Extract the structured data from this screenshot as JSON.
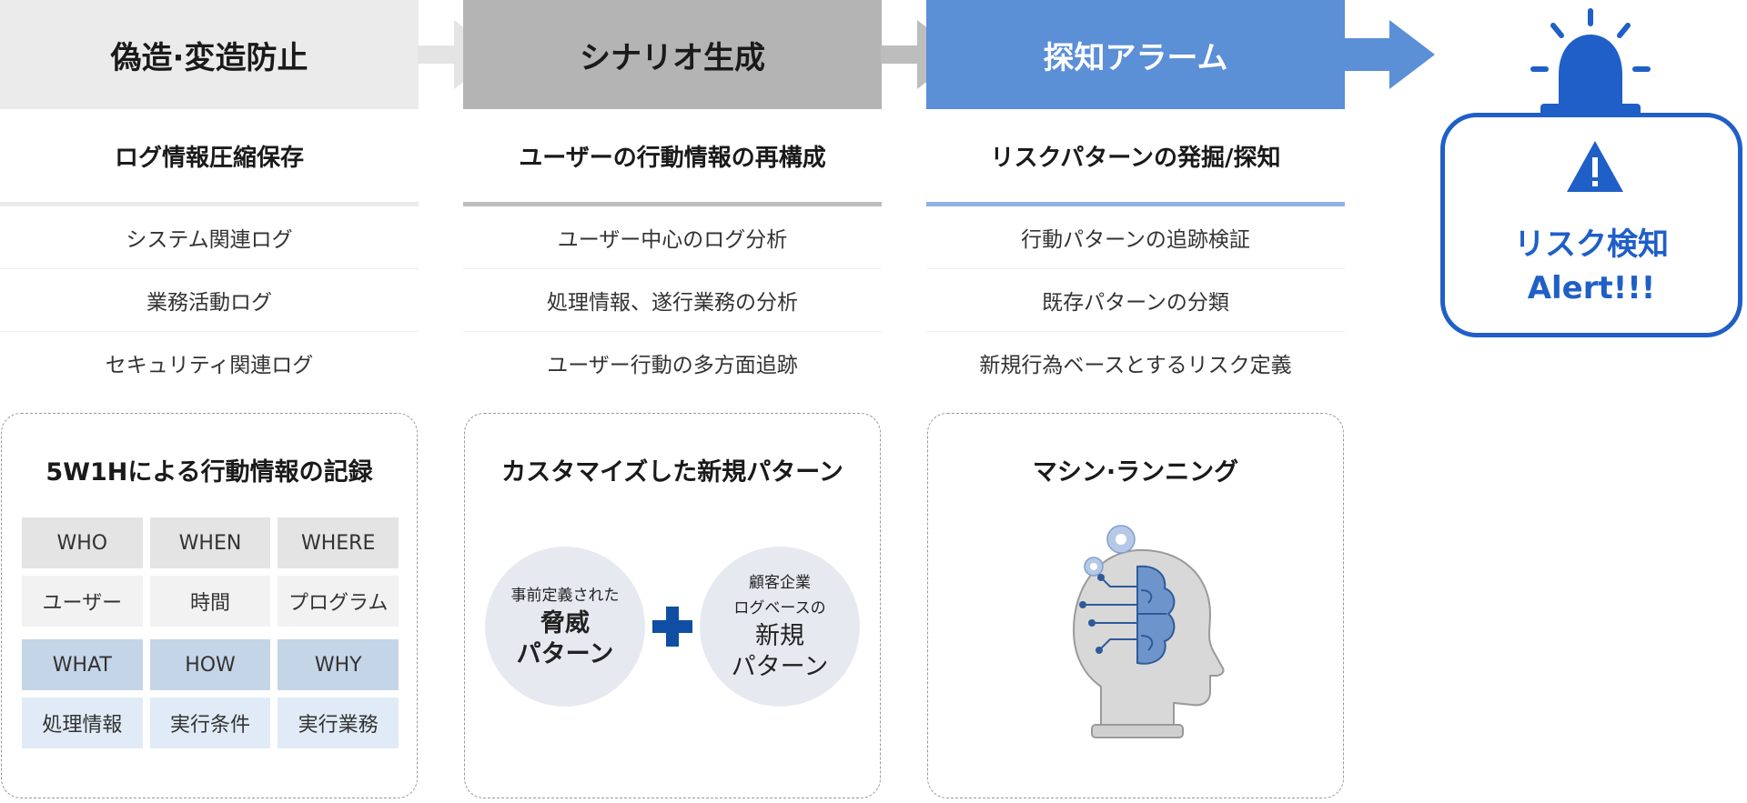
{
  "columns": [
    {
      "title": "偽造·変造防止",
      "subtitle": "ログ情報圧縮保存",
      "items": [
        "システム関連ログ",
        "業務活動ログ",
        "セキュリティ関連ログ"
      ],
      "box_title": "5W1Hによる行動情報の記録",
      "grid": [
        [
          {
            "h": "WHO",
            "v": "ユーザー"
          },
          {
            "h": "WHEN",
            "v": "時間"
          },
          {
            "h": "WHERE",
            "v": "プログラム"
          }
        ],
        [
          {
            "h": "WHAT",
            "v": "処理情報"
          },
          {
            "h": "HOW",
            "v": "実行条件"
          },
          {
            "h": "WHY",
            "v": "実行業務"
          }
        ]
      ]
    },
    {
      "title": "シナリオ生成",
      "subtitle": "ユーザーの行動情報の再構成",
      "items": [
        "ユーザー中心のログ分析",
        "処理情報、遂行業務の分析",
        "ユーザー行動の多方面追跡"
      ],
      "box_title": "カスタマイズした新規パターン",
      "circle_left": {
        "small": "事前定義された",
        "big1": "脅威",
        "big2": "パターン"
      },
      "circle_right": {
        "small1": "顧客企業",
        "small2": "ログベースの",
        "big1": "新規",
        "big2": "パターン"
      }
    },
    {
      "title": "探知アラーム",
      "subtitle": "リスクパターンの発掘/探知",
      "items": [
        "行動パターンの追跡検証",
        "既存パターンの分類",
        "新規行為ベースとするリスク定義"
      ],
      "box_title": "マシン·ランニング"
    }
  ],
  "alert": {
    "line1": "リスク検知",
    "line2": "Alert!!!"
  },
  "colors": {
    "accent_blue": "#1f5fc7",
    "head_blue": "#5b8fd6",
    "plus_blue": "#0f4ea3"
  },
  "icons": [
    "siren-icon",
    "warning-icon",
    "plus-icon",
    "ai-head-icon",
    "gear-icon",
    "arrow-right-icon"
  ]
}
